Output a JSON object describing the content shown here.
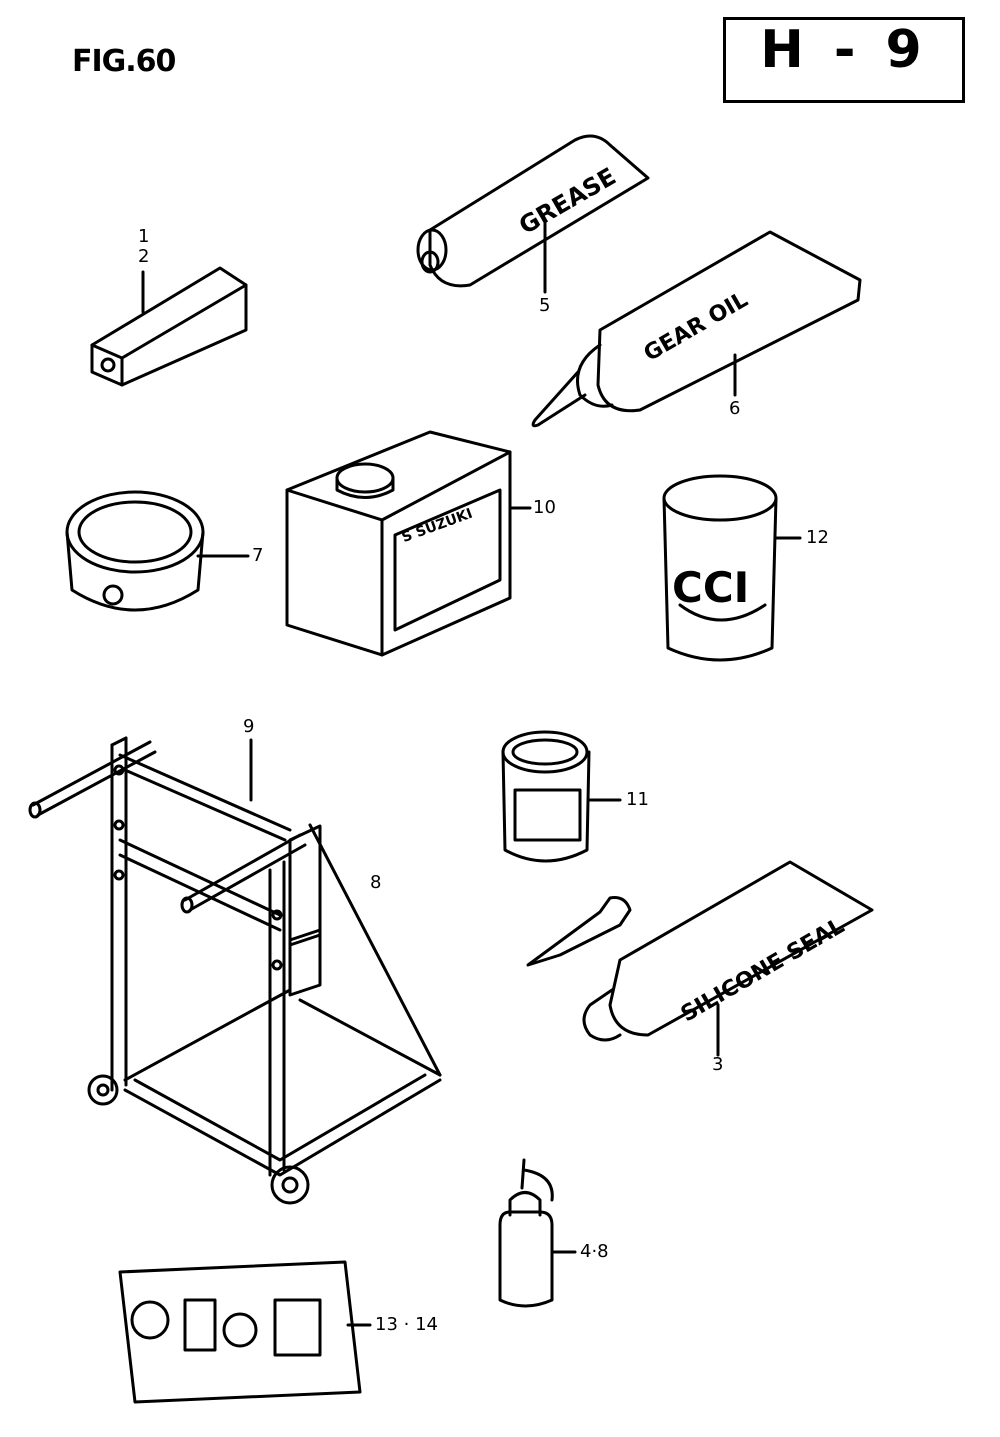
{
  "figure": {
    "title": "FIG.60",
    "code": "H - 9"
  },
  "callouts": {
    "c1": "1",
    "c2": "2",
    "c5": "5",
    "c6": "6",
    "c7": "7",
    "c10": "10",
    "c12": "12",
    "c9": "9",
    "c8": "8",
    "c11": "11",
    "c3": "3",
    "c48": "4·8",
    "c1314": "13 · 14"
  },
  "product_labels": {
    "grease": "GREASE",
    "gear_oil": "GEAR OIL",
    "suzuki_can": "S SUZUKI",
    "cci": "CCI",
    "silicone": "SILICONE SEAL"
  },
  "colors": {
    "ink": "#000000",
    "paper": "#ffffff"
  }
}
